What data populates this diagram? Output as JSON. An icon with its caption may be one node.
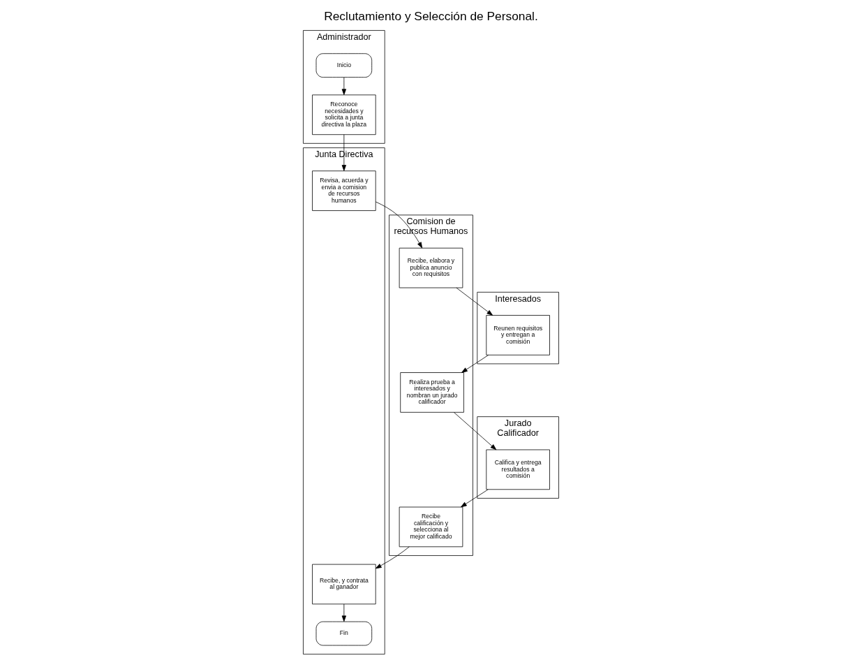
{
  "diagram": {
    "title": "Reclutamiento y Selección de Personal.",
    "nodes": [
      {
        "text": [
          "Administrador"
        ]
      },
      {
        "text": [
          "Inicio"
        ],
        "in": 0
      },
      {
        "text": [
          "Reconoce necesidades y solicita a junta directiva la plaza"
        ],
        "in": 0
      },
      {
        "text": [
          "Junta Directiva"
        ]
      },
      {
        "text": [
          "Revisa, acuerda y envia a comision de recursos humanos"
        ],
        "in": 3
      },
      {
        "text": [
          "Recibe, y contrata al ganador"
        ],
        "in": 3
      },
      {
        "text": [
          "Fin"
        ],
        "in": 3
      },
      {
        "text": [
          "Comision de recursos Humanos"
        ]
      },
      {
        "text": [
          "Recibe, elabora y publica anuncio con requisitos"
        ],
        "in": 7
      },
      {
        "text": [
          "Realiza prueba a interesados y nombran un jurado calificador"
        ],
        "in": 7
      },
      {
        "text": [
          "Recibe calificación y selecciona al mejor calificado"
        ],
        "in": 7
      },
      {
        "text": [
          "Interesados"
        ]
      },
      {
        "text": [
          "Reunen requisitos y entregan a comisión"
        ],
        "in": 11
      },
      {
        "text": [
          "Jurado Calificador"
        ]
      },
      {
        "text": [
          "Califica y entrega resultados a comisión"
        ],
        "in": 13
      }
    ],
    "edges": [
      {
        "from": 1,
        "to": 2,
        "arrow": "to"
      },
      {
        "from": 2,
        "to": 4,
        "arrow": "to"
      },
      {
        "from": 4,
        "to": 8,
        "arrow": "to"
      },
      {
        "from": 8,
        "to": 12,
        "arrow": "to"
      },
      {
        "from": 12,
        "to": 9,
        "arrow": "to"
      },
      {
        "from": 9,
        "to": 14,
        "arrow": "to"
      },
      {
        "from": 14,
        "to": 10,
        "arrow": "to"
      },
      {
        "from": 10,
        "to": 5,
        "arrow": "to"
      },
      {
        "from": 5,
        "to": 6,
        "arrow": "to"
      }
    ]
  }
}
